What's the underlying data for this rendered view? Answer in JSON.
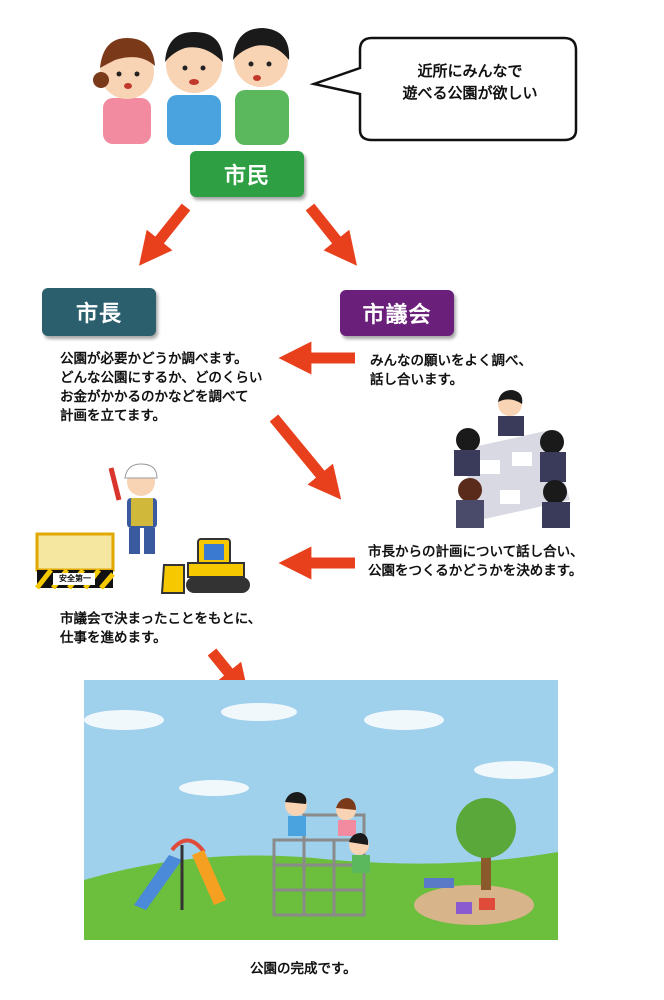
{
  "bubble": {
    "text": "近所にみんなで\n遊べる公園が欲しい"
  },
  "nodes": {
    "citizens": {
      "label": "市民",
      "color": "#2ea043"
    },
    "mayor": {
      "label": "市長",
      "color": "#2b5f6e"
    },
    "council": {
      "label": "市議会",
      "color": "#6a1f7a"
    }
  },
  "texts": {
    "mayor_desc": "公園が必要かどうか調べます。\nどんな公園にするか、どのくらい\nお金がかかるのかなどを調べて\n計画を立てます。",
    "council_desc1": "みんなの願いをよく調べ、\n話し合います。",
    "council_desc2": "市長からの計画について話し合い、\n公園をつくるかどうかを決めます。",
    "work_desc": "市議会で決まったことをもとに、\n仕事を進めます。",
    "fence_sign": "安全第一",
    "caption": "公園の完成です。"
  },
  "colors": {
    "arrow": "#e8401c",
    "sky": "#9fd0ec",
    "grass": "#6cbf3c"
  }
}
